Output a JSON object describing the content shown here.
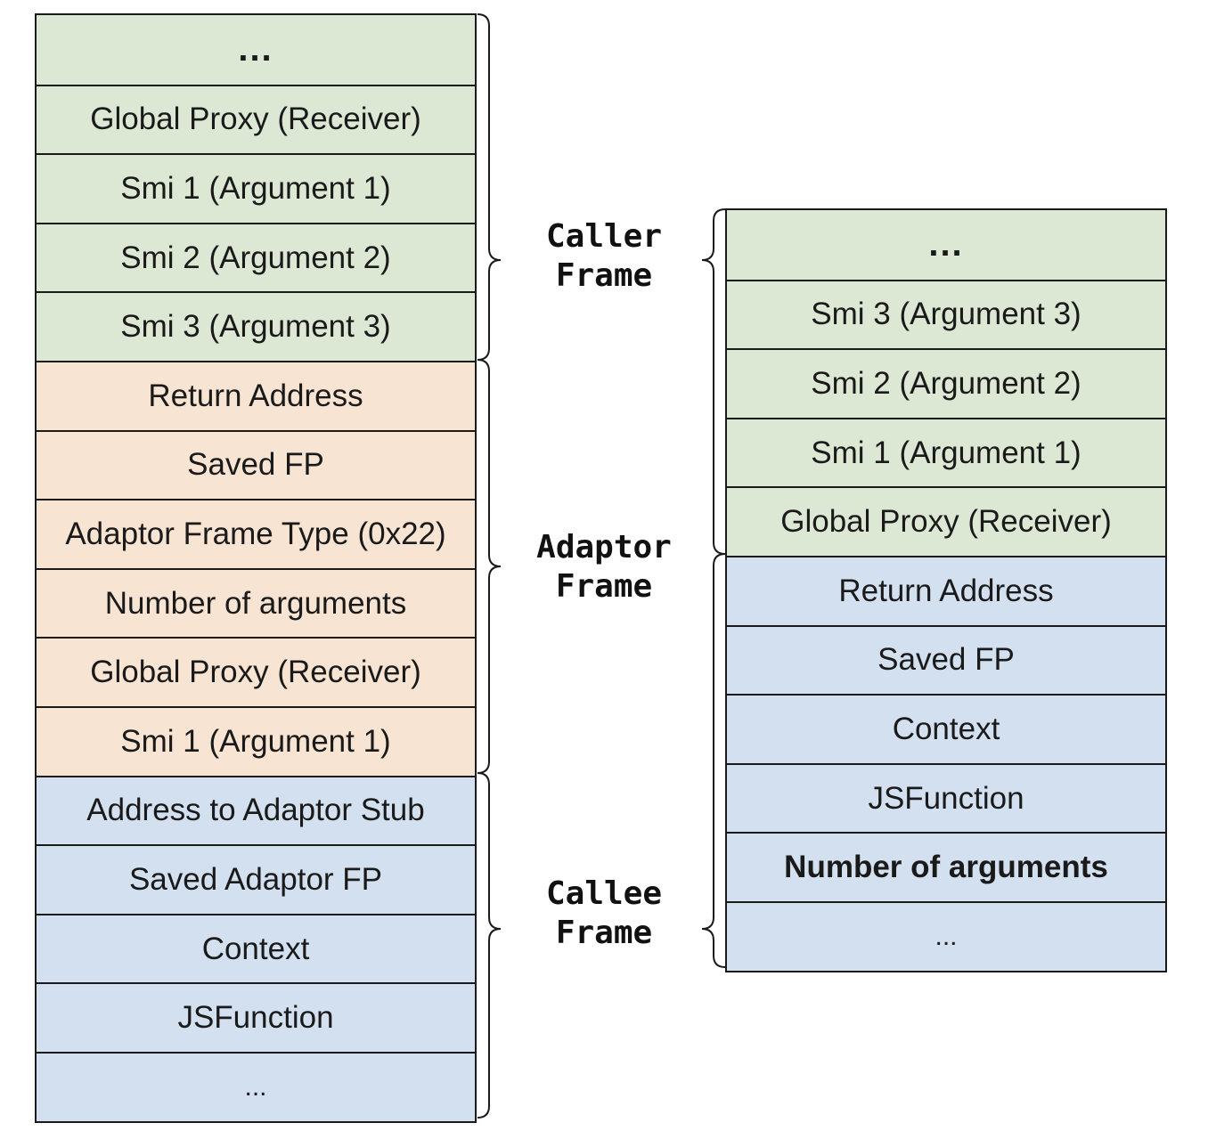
{
  "left_stack": [
    {
      "text": "...",
      "color": "green"
    },
    {
      "text": "Global Proxy (Receiver)",
      "color": "green"
    },
    {
      "text": "Smi 1 (Argument 1)",
      "color": "green"
    },
    {
      "text": "Smi 2 (Argument 2)",
      "color": "green"
    },
    {
      "text": "Smi 3 (Argument 3)",
      "color": "green"
    },
    {
      "text": "Return Address",
      "color": "orange"
    },
    {
      "text": "Saved FP",
      "color": "orange"
    },
    {
      "text": "Adaptor Frame Type (0x22)",
      "color": "orange"
    },
    {
      "text": "Number of arguments",
      "color": "orange"
    },
    {
      "text": "Global Proxy (Receiver)",
      "color": "orange"
    },
    {
      "text": "Smi 1 (Argument 1)",
      "color": "orange"
    },
    {
      "text": "Address to Adaptor Stub",
      "color": "blue"
    },
    {
      "text": "Saved Adaptor FP",
      "color": "blue"
    },
    {
      "text": "Context",
      "color": "blue"
    },
    {
      "text": "JSFunction",
      "color": "blue"
    },
    {
      "text": "...",
      "color": "blue"
    }
  ],
  "right_stack": [
    {
      "text": "...",
      "color": "green"
    },
    {
      "text": "Smi 3 (Argument 3)",
      "color": "green"
    },
    {
      "text": "Smi 2 (Argument 2)",
      "color": "green"
    },
    {
      "text": "Smi 1 (Argument 1)",
      "color": "green"
    },
    {
      "text": "Global Proxy (Receiver)",
      "color": "green"
    },
    {
      "text": "Return Address",
      "color": "blue"
    },
    {
      "text": "Saved FP",
      "color": "blue"
    },
    {
      "text": "Context",
      "color": "blue"
    },
    {
      "text": "JSFunction",
      "color": "blue"
    },
    {
      "text": "Number of arguments",
      "color": "blue",
      "bold": true
    },
    {
      "text": "...",
      "color": "blue"
    }
  ],
  "labels": {
    "caller": {
      "line1": "Caller",
      "line2": "Frame"
    },
    "adaptor": {
      "line1": "Adaptor",
      "line2": "Frame"
    },
    "callee": {
      "line1": "Callee",
      "line2": "Frame"
    }
  },
  "colors": {
    "green": "#dde8d4",
    "orange": "#f8e4d3",
    "blue": "#d3e0f0",
    "stroke": "#1a1a1a"
  }
}
